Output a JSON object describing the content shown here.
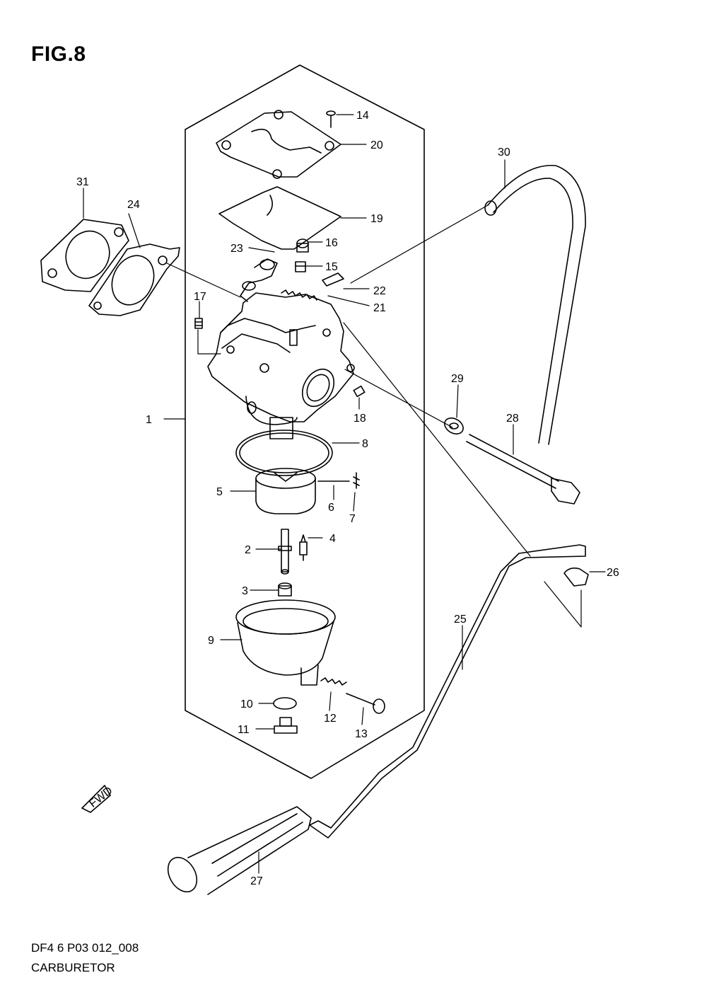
{
  "figure": {
    "title": "FIG.8",
    "code": "DF4 6 P03 012_008",
    "name": "CARBURETOR",
    "direction_marker": "FWD"
  },
  "callouts": [
    "1",
    "2",
    "3",
    "4",
    "5",
    "6",
    "7",
    "8",
    "9",
    "10",
    "11",
    "12",
    "13",
    "14",
    "15",
    "16",
    "17",
    "18",
    "19",
    "20",
    "21",
    "22",
    "23",
    "24",
    "25",
    "26",
    "27",
    "28",
    "29",
    "30",
    "31"
  ]
}
